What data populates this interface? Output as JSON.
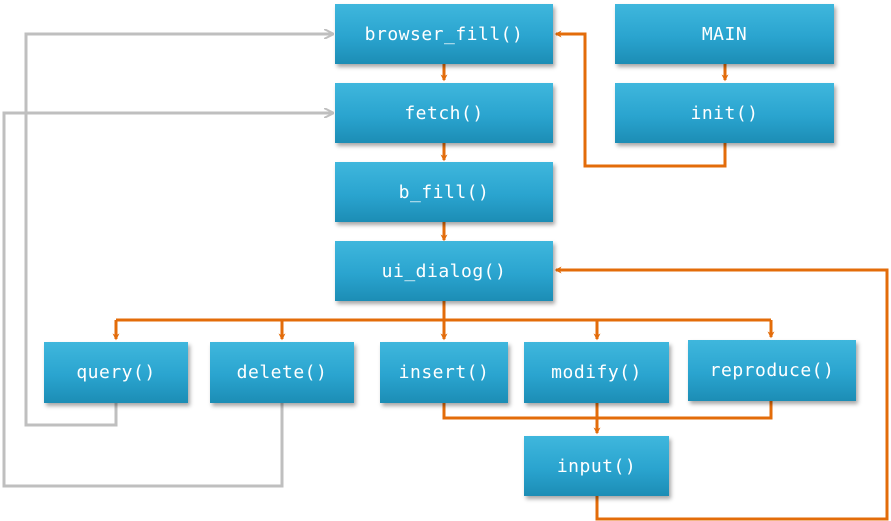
{
  "diagram": {
    "nodes": {
      "browser_fill": "browser_fill()",
      "main": "MAIN",
      "fetch": "fetch()",
      "init": "init()",
      "b_fill": "b_fill()",
      "ui_dialog": "ui_dialog()",
      "query": "query()",
      "delete": "delete()",
      "insert": "insert()",
      "modify": "modify()",
      "reproduce": "reproduce()",
      "input": "input()"
    },
    "colors": {
      "box": "#2aa4cf",
      "box_text": "#ffffff",
      "orange_arrow": "#e36c0a",
      "gray_arrow": "#bfbfbf"
    }
  }
}
